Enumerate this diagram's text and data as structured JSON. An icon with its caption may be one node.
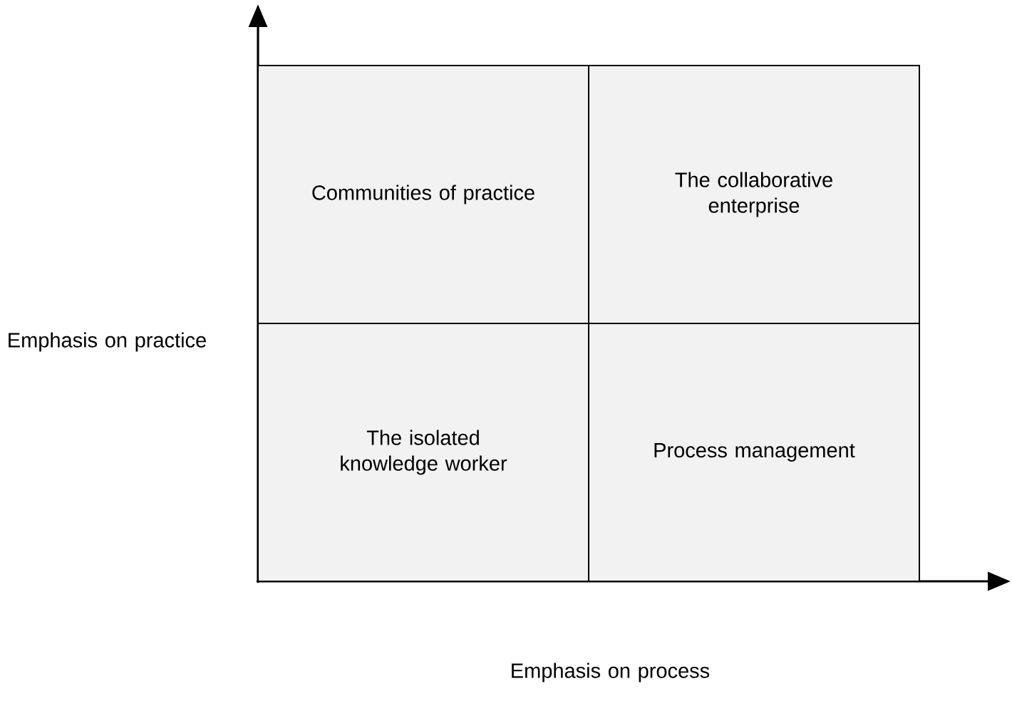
{
  "diagram": {
    "nodes": [
      {
        "text": [
          "Communities of practice"
        ]
      },
      {
        "text": [
          "The collaborative enterprise"
        ]
      },
      {
        "text": [
          "The isolated knowledge worker"
        ]
      },
      {
        "text": [
          "Process management"
        ]
      }
    ],
    "labels": [
      "Emphasis on practice",
      "Emphasis on process"
    ]
  }
}
